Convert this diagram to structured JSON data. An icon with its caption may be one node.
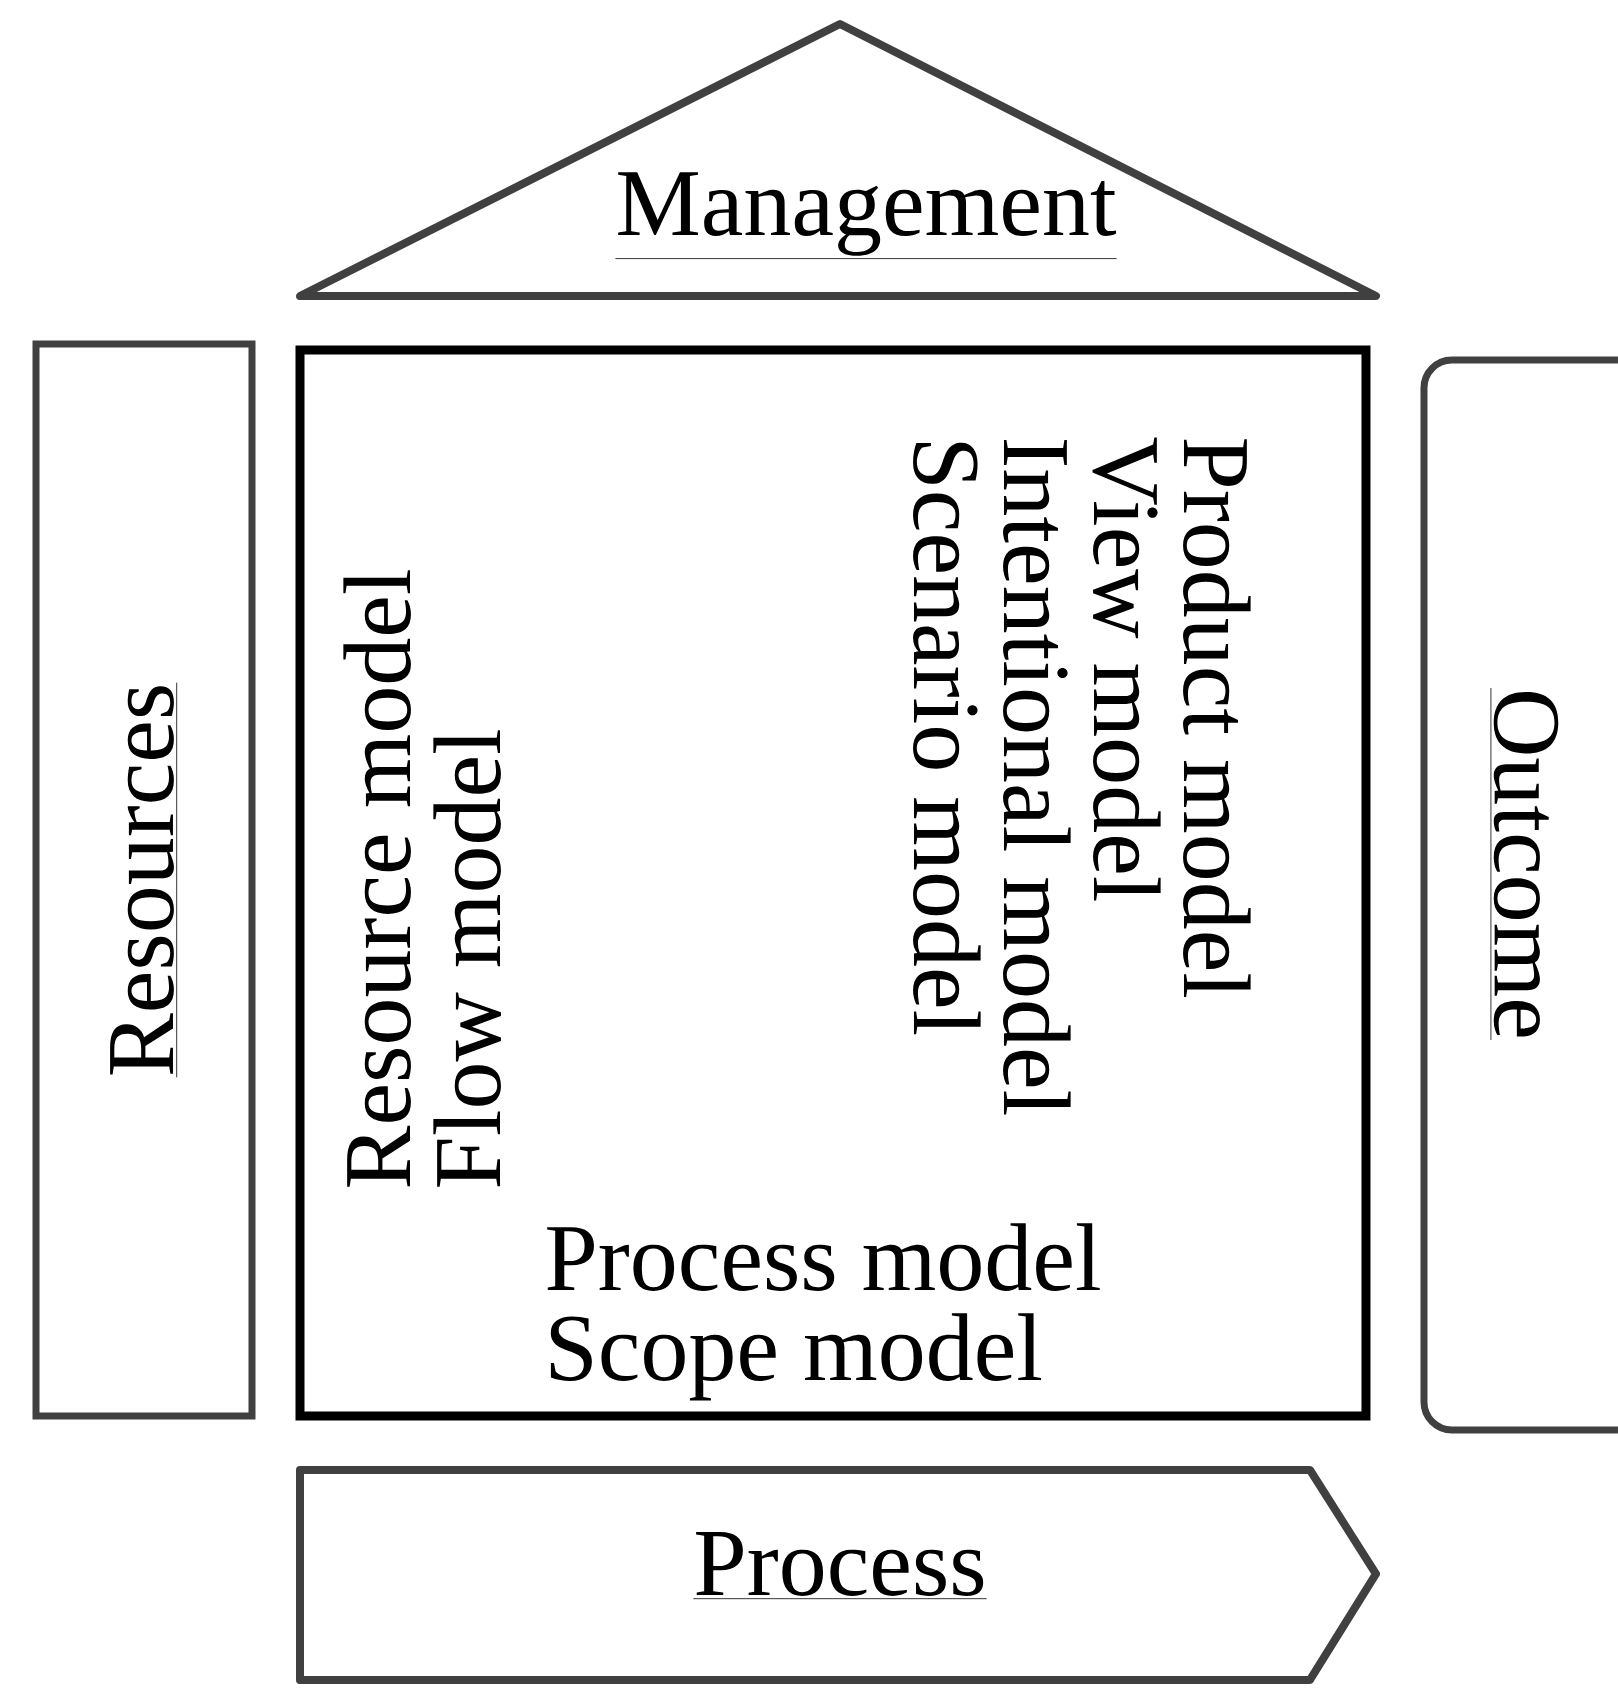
{
  "diagram": {
    "nodes": [
      {
        "text": [
          "Management"
        ]
      },
      {
        "text": [
          "Resources"
        ]
      },
      {
        "text": [
          "Resource model",
          "Flow model",
          "Product model",
          "View model",
          "Intentional model",
          "Scenario model",
          "Process model",
          "Scope model"
        ]
      },
      {
        "text": [
          "Outcome"
        ]
      },
      {
        "text": [
          "Process"
        ]
      }
    ]
  }
}
